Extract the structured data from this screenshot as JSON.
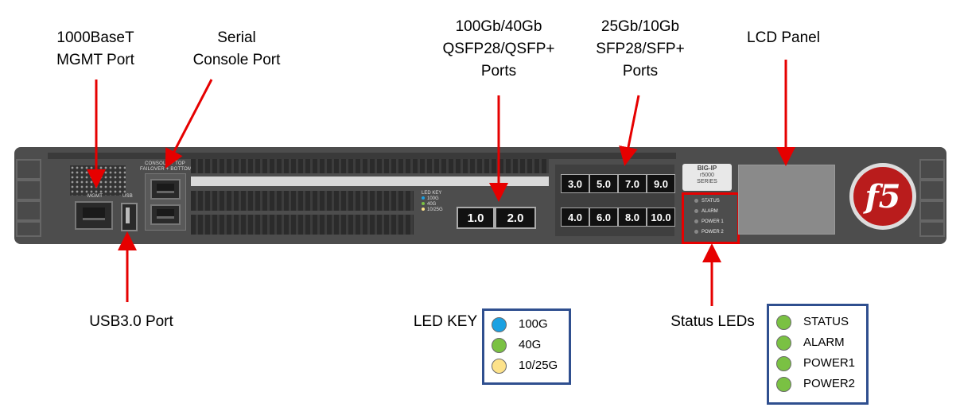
{
  "labels": {
    "mgmt": [
      "1000BaseT",
      "MGMT Port"
    ],
    "console": [
      "Serial",
      "Console Port"
    ],
    "qsfp": [
      "100Gb/40Gb",
      "QSFP28/QSFP+",
      "Ports"
    ],
    "sfp": [
      "25Gb/10Gb",
      "SFP28/SFP+",
      "Ports"
    ],
    "lcd": "LCD Panel",
    "usb": "USB3.0 Port",
    "status_leds": "Status LEDs",
    "led_key": "LED KEY"
  },
  "chassis": {
    "mgmt_small": "MGMT",
    "usb_small": "USB",
    "console_small": [
      "CONSOLE + TOP",
      "FAILOVER + BOTTOM"
    ],
    "ledkey_small": [
      "LED KEY",
      "100G",
      "40G",
      "10/25G"
    ],
    "qsfp_ports": [
      "1.0",
      "2.0"
    ],
    "sfp_ports_top": [
      "3.0",
      "5.0",
      "7.0",
      "9.0"
    ],
    "sfp_ports_bottom": [
      "4.0",
      "6.0",
      "8.0",
      "10.0"
    ],
    "badge": [
      "BIG-IP",
      "r5000",
      "SERIES"
    ],
    "status_small": [
      "STATUS",
      "ALARM",
      "POWER 1",
      "POWER 2"
    ],
    "logo": "f5"
  },
  "led_key": [
    {
      "label": "100G",
      "color": "#1ba1e2"
    },
    {
      "label": "40G",
      "color": "#7ac143"
    },
    {
      "label": "10/25G",
      "color": "#fde28a"
    }
  ],
  "status_legend": [
    {
      "label": "STATUS",
      "color": "#7ac143"
    },
    {
      "label": "ALARM",
      "color": "#7ac143"
    },
    {
      "label": "POWER1",
      "color": "#7ac143"
    },
    {
      "label": "POWER2",
      "color": "#7ac143"
    }
  ],
  "colors": {
    "arrow": "#e60000",
    "box_border": "#2f4f8f"
  }
}
